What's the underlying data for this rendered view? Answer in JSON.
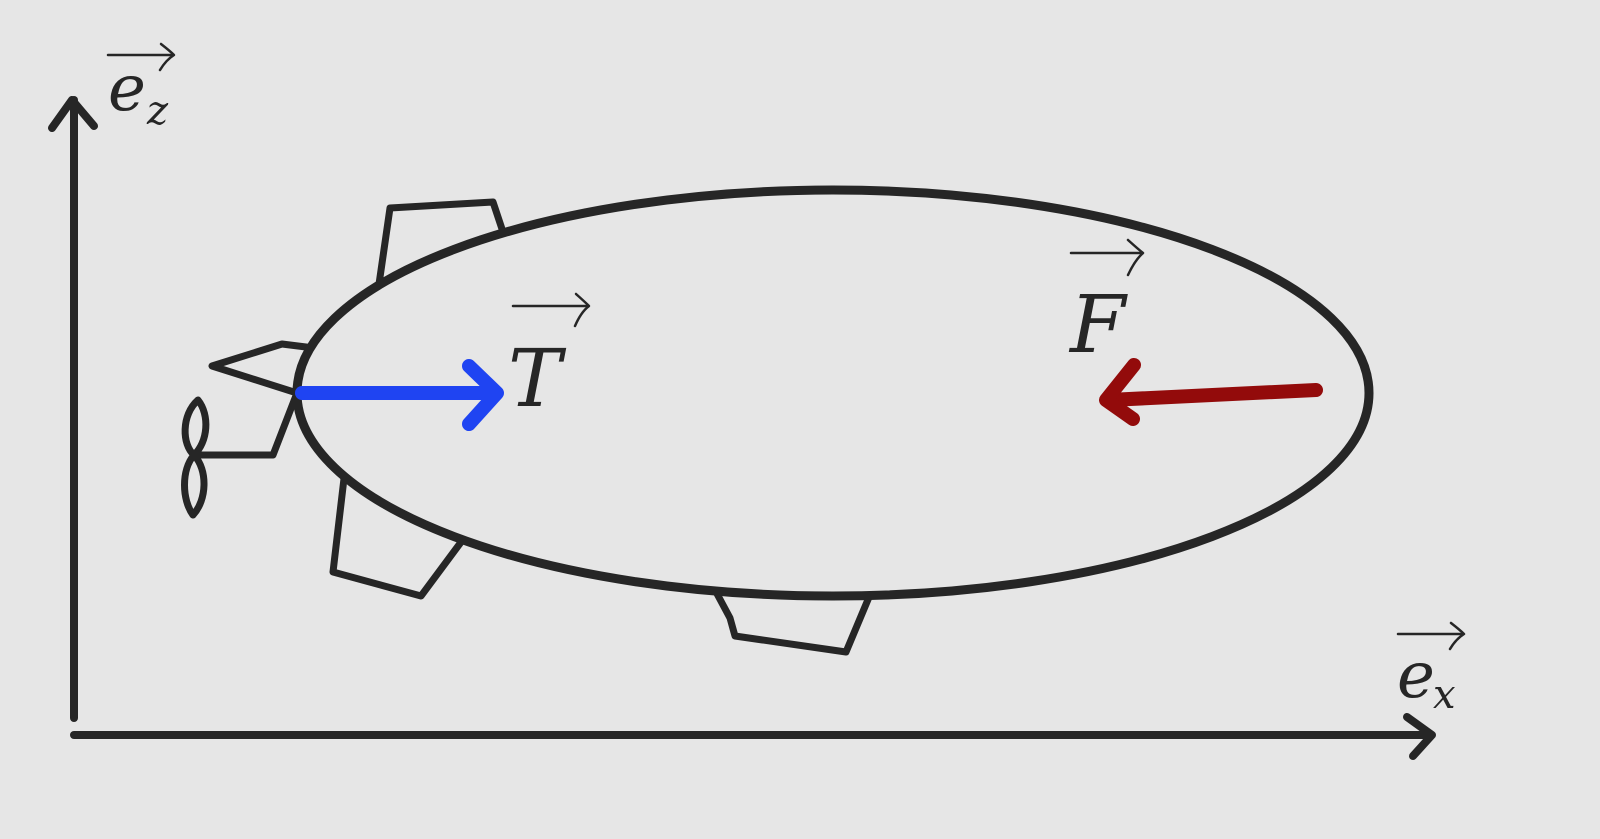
{
  "colors": {
    "background": "#e6e6e6",
    "ink": "#262626",
    "thrust": "#1f44f2",
    "drag": "#930b0b"
  },
  "axes": {
    "z": {
      "base": "e",
      "subscript": "z"
    },
    "x": {
      "base": "e",
      "subscript": "x"
    }
  },
  "forces": {
    "thrust": {
      "label": "T",
      "direction": "+x"
    },
    "drag": {
      "label": "F",
      "direction": "-x"
    }
  }
}
